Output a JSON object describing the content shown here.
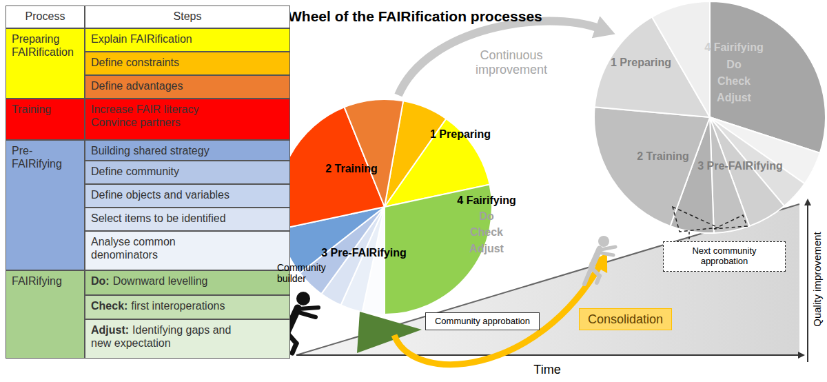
{
  "diagram": {
    "title": "Wheel of the FAIRification processes",
    "nodes": [
      {
        "text": [
          "Next community approbation"
        ]
      },
      {
        "text": [
          "Community approbation"
        ]
      },
      {
        "text": [
          "Consolidation"
        ]
      }
    ],
    "labels": [
      "Process",
      "Steps",
      "Preparing FAIRification",
      "Explain FAIRification",
      "Define constraints",
      "Define advantages",
      "Training",
      "Increase FAIR literacy Convince partners",
      "Pre-FAIRifying",
      "Building shared strategy",
      "Define community",
      "Define objects and variables",
      "Select items to be identified",
      "Analyse common denominators",
      "FAIRifying",
      "Do:",
      "Downward levelling",
      "Check:",
      "first interoperations",
      "Adjust:",
      "Identifying gaps and new expectation",
      "Continuous improvement",
      "1 Preparing",
      "4 Fairifying",
      "Do",
      "Check",
      "Adjust",
      "2 Training",
      "3 Pre-FAIRifying",
      "1 Preparing",
      "2 Training",
      "4 Fairifying",
      "Do",
      "Check",
      "Adjust",
      "3 Pre-FAIRifying",
      "Community builder",
      "Time",
      "Quality improvement"
    ]
  }
}
